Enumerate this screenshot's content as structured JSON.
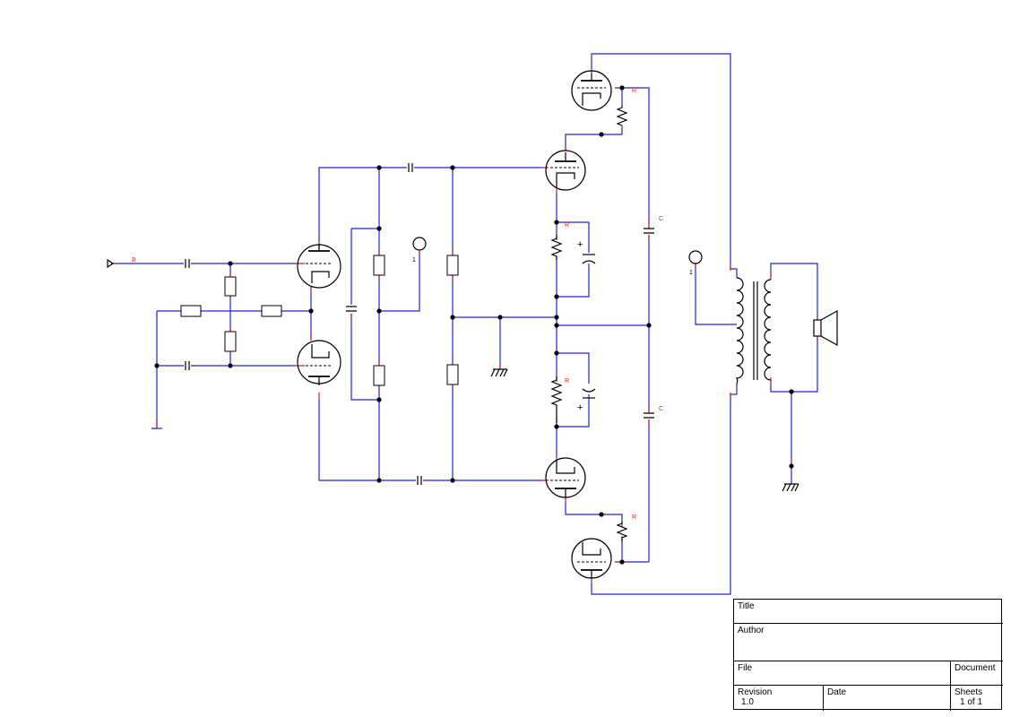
{
  "labels": {
    "input_jack": "JI",
    "resistor": "R",
    "capacitor": "C",
    "testpoint_pin": "1",
    "electrolytic_plus": "+"
  },
  "title_block": {
    "title_label": "Title",
    "title_value": "",
    "author_label": "Author",
    "author_value": "",
    "file_label": "File",
    "file_value": "",
    "document_label": "Document",
    "document_value": "",
    "revision_label": "Revision",
    "revision_value": "1.0",
    "date_label": "Date",
    "date_value": "",
    "sheets_label": "Sheets",
    "sheets_value": "1 of 1"
  }
}
